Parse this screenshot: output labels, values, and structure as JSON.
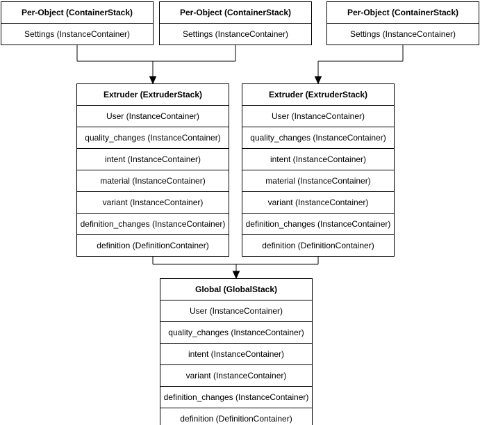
{
  "canvas": {
    "background_color": "#ffffff",
    "line_color": "#000000",
    "box_fill_color": "#ffffff"
  },
  "boxes": {
    "per_object": {
      "title": "Per-Object (ContainerStack)",
      "rows": [
        "Settings (InstanceContainer)"
      ]
    },
    "extruder": {
      "title": "Extruder (ExtruderStack)",
      "rows": [
        "User (InstanceContainer)",
        "quality_changes (InstanceContainer)",
        "intent (InstanceContainer)",
        "material (InstanceContainer)",
        "variant (InstanceContainer)",
        "definition_changes (InstanceContainer)",
        "definition (DefinitionContainer)"
      ]
    },
    "global": {
      "title": "Global (GlobalStack)",
      "rows": [
        "User (InstanceContainer)",
        "quality_changes (InstanceContainer)",
        "intent (InstanceContainer)",
        "variant (InstanceContainer)",
        "definition_changes (InstanceContainer)",
        "definition (DefinitionContainer)"
      ]
    }
  }
}
